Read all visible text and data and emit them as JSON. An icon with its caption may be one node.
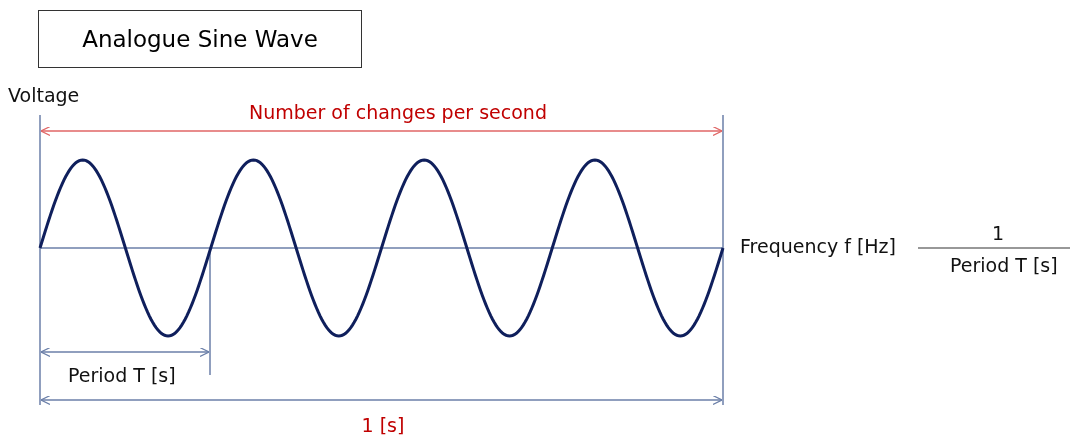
{
  "diagram": {
    "title": "Analogue Sine Wave",
    "labels": [
      "Voltage",
      "Number of changes per second",
      "Frequency f [Hz]",
      "1",
      "Period T [s]",
      "Period T [s]",
      "1 [s]"
    ]
  }
}
